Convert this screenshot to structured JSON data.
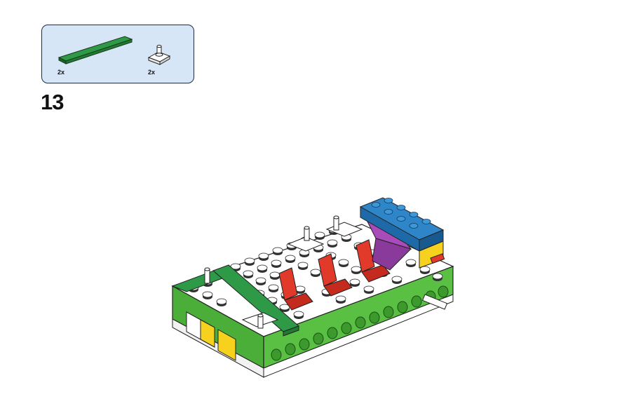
{
  "step": {
    "number": "13"
  },
  "parts_callout": {
    "items": [
      {
        "quantity": "2x",
        "icon": "green-tile-1x8-icon",
        "color": "#2e9a48"
      },
      {
        "quantity": "2x",
        "icon": "white-plate-with-pin-icon",
        "color": "#ffffff"
      }
    ]
  },
  "model": {
    "icon": "lego-build-assembly-icon",
    "colors": {
      "green": "#3aa53a",
      "white": "#ffffff",
      "red": "#e23a2a",
      "blue": "#2e86c8",
      "yellow": "#f6d21e",
      "purple": "#a94bb8"
    }
  }
}
